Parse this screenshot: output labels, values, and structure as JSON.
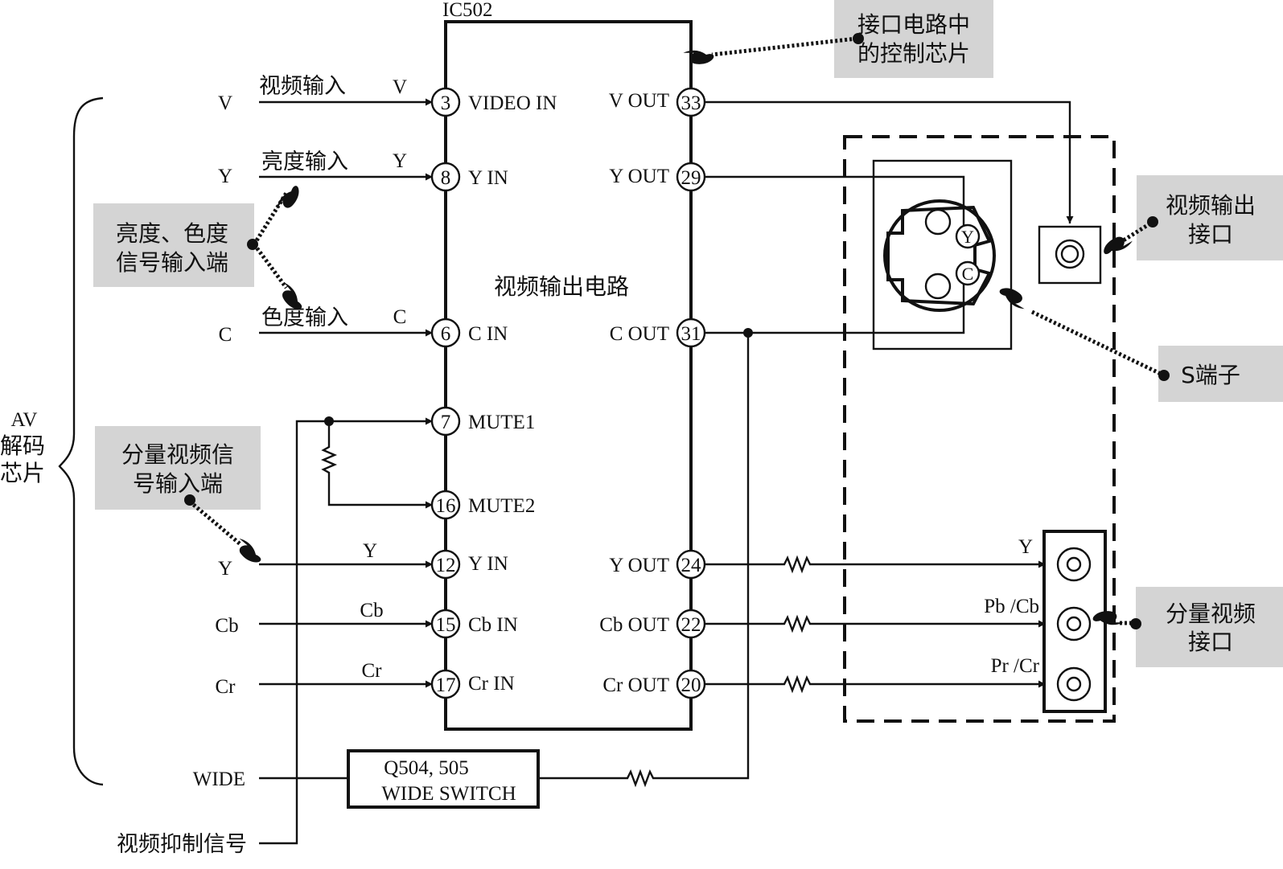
{
  "diagram": {
    "ic_label": "IC502",
    "ic_center_label": "视频输出电路",
    "decoder_label": [
      "AV",
      "解码",
      "芯片"
    ],
    "left_sources": {
      "V": "V",
      "Y1": "Y",
      "C": "C",
      "Y2": "Y",
      "Cb": "Cb",
      "Cr": "Cr",
      "WIDE": "WIDE",
      "suppress": "视频抑制信号"
    },
    "input_lines": {
      "video": {
        "label": "视频输入",
        "sig": "V"
      },
      "luma": {
        "label": "亮度输入",
        "sig": "Y"
      },
      "chroma": {
        "label": "色度输入",
        "sig": "C"
      },
      "y": {
        "sig": "Y"
      },
      "cb": {
        "sig": "Cb"
      },
      "cr": {
        "sig": "Cr"
      }
    },
    "left_pins": [
      {
        "num": "3",
        "name": "VIDEO IN"
      },
      {
        "num": "8",
        "name": "Y IN"
      },
      {
        "num": "6",
        "name": "C IN"
      },
      {
        "num": "7",
        "name": "MUTE1"
      },
      {
        "num": "16",
        "name": "MUTE2"
      },
      {
        "num": "12",
        "name": "Y IN"
      },
      {
        "num": "15",
        "name": "Cb IN"
      },
      {
        "num": "17",
        "name": "Cr IN"
      }
    ],
    "right_pins": [
      {
        "num": "33",
        "name": "V OUT"
      },
      {
        "num": "29",
        "name": "Y OUT"
      },
      {
        "num": "31",
        "name": "C OUT"
      },
      {
        "num": "24",
        "name": "Y OUT"
      },
      {
        "num": "22",
        "name": "Cb OUT"
      },
      {
        "num": "20",
        "name": "Cr OUT"
      }
    ],
    "svideo_pins": {
      "y": "Y",
      "c": "C"
    },
    "component_outputs": [
      "Y",
      "Pb /Cb",
      "Pr /Cr"
    ],
    "wide_switch": [
      "Q504, 505",
      "WIDE SWITCH"
    ],
    "callouts": {
      "control_chip": [
        "接口电路中",
        "的控制芯片"
      ],
      "yc_input": [
        "亮度、色度",
        "信号输入端"
      ],
      "component_input": [
        "分量视频信",
        "号输入端"
      ],
      "video_out_jack": [
        "视频输出",
        "接口"
      ],
      "s_terminal": [
        "S端子"
      ],
      "component_jack": [
        "分量视频",
        "接口"
      ]
    }
  }
}
